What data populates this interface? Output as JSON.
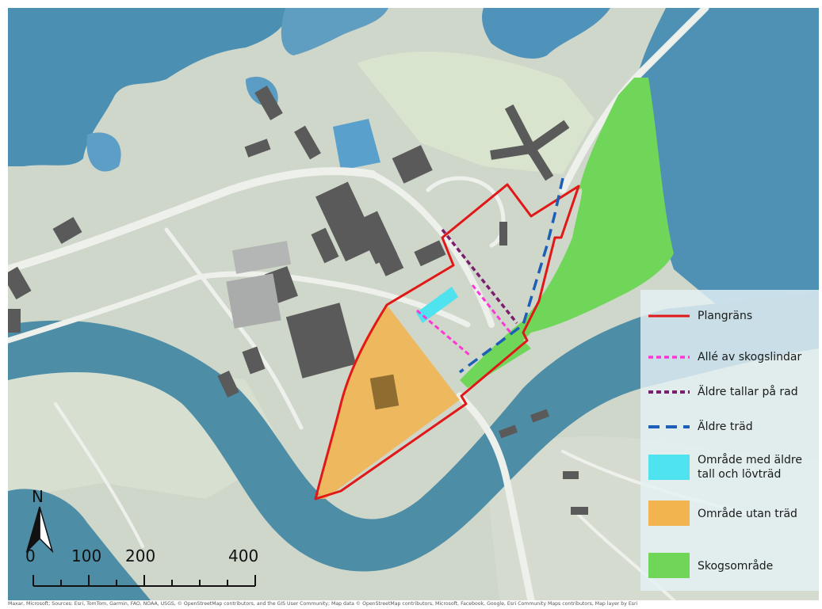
{
  "colors": {
    "land": "#ced5c9",
    "land_light": "#dde2d9",
    "water": "#4f91a8",
    "water_light": "#6aa9c6",
    "lake_blue": "#3e8cc4",
    "road": "#eff1ee",
    "building": "#5a5a5a",
    "forest": "#70d65a",
    "orange": "#f2b44e",
    "cyan": "#4fe2ef",
    "plan_boundary": "#e01818",
    "magenta_dash": "#ff35d6",
    "purple_dash": "#7a1e6e",
    "blue_dash": "#1d5fb8"
  },
  "legend": {
    "items": [
      {
        "label": "Plangräns",
        "symbol": "solid-red-line"
      },
      {
        "label": "Allé av skogslindar",
        "symbol": "magenta-dashed-line"
      },
      {
        "label": "Äldre tallar på rad",
        "symbol": "purple-dashed-line"
      },
      {
        "label": "Äldre träd",
        "symbol": "blue-long-dashed-line"
      },
      {
        "label": "Område med äldre tall och lövträd",
        "line1": "Område med äldre",
        "line2": "tall och lövträd",
        "symbol": "cyan-area"
      },
      {
        "label": "Område utan träd",
        "symbol": "orange-area"
      },
      {
        "label": "Skogsområde",
        "symbol": "green-area"
      }
    ]
  },
  "north_arrow": {
    "label": "N"
  },
  "scale_bar": {
    "labels": [
      "0",
      "100",
      "200",
      "400"
    ]
  },
  "attribution": "Maxar, Microsoft; Sources: Esri, TomTom, Garmin, FAO, NOAA, USGS, © OpenStreetMap contributors, and the GIS User Community; Map data © OpenStreetMap contributors, Microsoft, Facebook, Google, Esri Community Maps contributors, Map layer by Esri"
}
